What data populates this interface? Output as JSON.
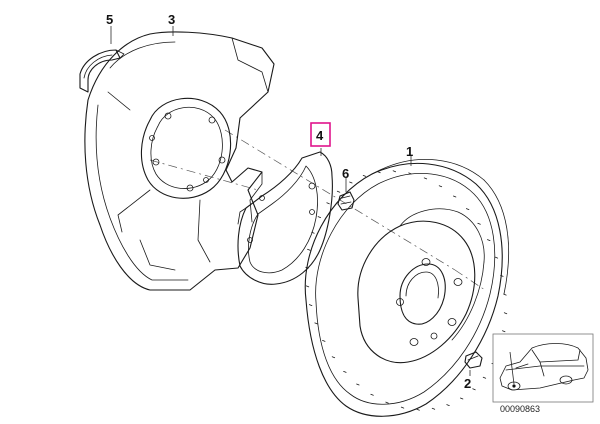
{
  "diagram": {
    "callouts": {
      "c1": "1",
      "c2": "2",
      "c3": "3",
      "c4": "4",
      "c5": "5",
      "c6": "6"
    },
    "highlight_color": "#e0148c",
    "inset": {
      "part_code": "00090863"
    }
  }
}
